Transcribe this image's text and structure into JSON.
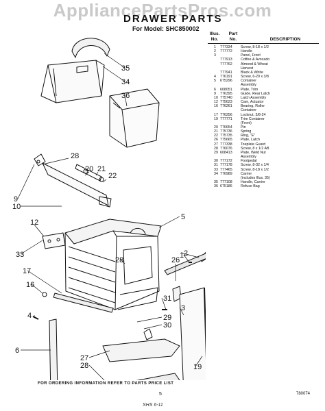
{
  "watermark": "AppliancePartsPros.com",
  "title": "DRAWER PARTS",
  "model_line": "For Model: SHC850002",
  "table": {
    "col_illus": "Illus.\nNo.",
    "col_part": "Part\nNo.",
    "col_desc": "DESCRIPTION",
    "rows": [
      [
        "1",
        "777334",
        "Screw, 8-18 x 1/2"
      ],
      [
        "2",
        "777772",
        "Handle"
      ],
      [
        "3",
        "",
        "Panel, Front"
      ],
      [
        "",
        "777913",
        "Coffee & Avocado"
      ],
      [
        "",
        "777762",
        "Almond & Wheat"
      ],
      [
        "",
        "",
        "Harvest"
      ],
      [
        "",
        "777941",
        "Black & White"
      ],
      [
        "4",
        "776191",
        "Screw, 6-20 x 3/8"
      ],
      [
        "5",
        "675296",
        "Container"
      ],
      [
        "",
        "",
        "Assembly"
      ],
      [
        "6",
        "608051",
        "Plate, Trim"
      ],
      [
        "9",
        "776395",
        "Guide, Rear Latch"
      ],
      [
        "10",
        "775740",
        "Latch Assembly"
      ],
      [
        "12",
        "775623",
        "Cam, Actuator"
      ],
      [
        "16",
        "776261",
        "Bearing, Roller"
      ],
      [
        "",
        "",
        "Container"
      ],
      [
        "17",
        "776256",
        "Locknut, 3/8-24"
      ],
      [
        "19",
        "777771",
        "Trim Container"
      ],
      [
        "",
        "",
        "(Front)"
      ],
      [
        "20",
        "776654",
        "Pin"
      ],
      [
        "21",
        "775736",
        "Spring"
      ],
      [
        "22",
        "775735",
        "Ring, \"E\""
      ],
      [
        "26",
        "775665",
        "Plate, Latch"
      ],
      [
        "27",
        "777338",
        "Toeplate Guard"
      ],
      [
        "28",
        "776076",
        "Screw, 8 x 1/2 AB"
      ],
      [
        "29",
        "608413",
        "Plate, Weld Nut"
      ],
      [
        "",
        "",
        "Assembly"
      ],
      [
        "30",
        "777172",
        "Footpedal"
      ],
      [
        "31",
        "777178",
        "Screw, 8-32 x 1/4"
      ],
      [
        "33",
        "777465",
        "Screw, 8-18 x 1/2"
      ],
      [
        "34",
        "776989",
        "Carrier"
      ],
      [
        "",
        "",
        "(includes Illus. 35)"
      ],
      [
        "35",
        "777108",
        "Handle, Carrier"
      ],
      [
        "36",
        "675186",
        "Refuse Bag"
      ]
    ]
  },
  "callouts": [
    "35",
    "34",
    "36",
    "28",
    "20",
    "21",
    "22",
    "9",
    "10",
    "12",
    "5",
    "33",
    "28",
    "26",
    "2",
    "17",
    "16",
    "31",
    "1",
    "29",
    "30",
    "4",
    "3",
    "6",
    "27",
    "28",
    "19"
  ],
  "footer": "FOR ORDERING INFORMATION REFER TO PARTS PRICE LIST",
  "page_number": "5",
  "doc_number": "780074",
  "handwriting": "SHS 6-11"
}
